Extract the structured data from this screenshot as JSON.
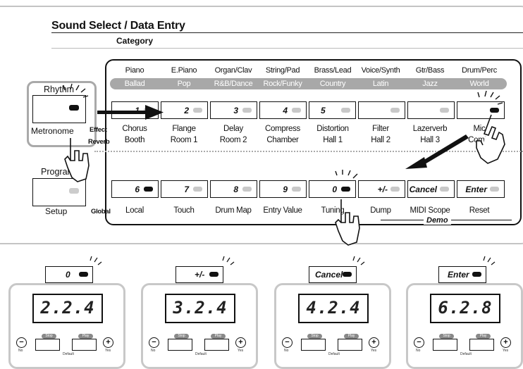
{
  "header": {
    "title": "Sound Select / Data Entry",
    "category": "Category"
  },
  "categories_top": [
    "Piano",
    "E.Piano",
    "Organ/Clav",
    "String/Pad",
    "Brass/Lead",
    "Voice/Synth",
    "Gtr/Bass",
    "Drum/Perc"
  ],
  "categories_sub": [
    "Ballad",
    "Pop",
    "R&B/Dance",
    "Rock/Funky",
    "Country",
    "Latin",
    "Jazz",
    "World"
  ],
  "row1_keys": [
    {
      "num": "1",
      "led_on": false
    },
    {
      "num": "2",
      "led_on": false
    },
    {
      "num": "3",
      "led_on": false
    },
    {
      "num": "4",
      "led_on": false
    },
    {
      "num": "5",
      "led_on": false
    },
    {
      "num": "",
      "led_on": false
    },
    {
      "num": "",
      "led_on": false
    },
    {
      "num": "",
      "led_on": true
    }
  ],
  "effect_labels": [
    "Chorus",
    "Flange",
    "Delay",
    "Compress",
    "Distortion",
    "Filter",
    "Lazerverb",
    "Mic"
  ],
  "reverb_labels": [
    "Booth",
    "Room 1",
    "Room 2",
    "Chamber",
    "Hall 1",
    "Hall 2",
    "Hall 3",
    "Combi"
  ],
  "left": {
    "rhythm": "Rhythm",
    "metronome": "Metronome",
    "program": "Program",
    "setup": "Setup",
    "effect": "Effect",
    "reverb": "Reverb",
    "global": "Global"
  },
  "row2_keys": [
    {
      "label": "6",
      "led_on": true
    },
    {
      "label": "7",
      "led_on": false
    },
    {
      "label": "8",
      "led_on": false
    },
    {
      "label": "9",
      "led_on": false
    },
    {
      "label": "0",
      "led_on": true
    },
    {
      "label": "+/-",
      "led_on": false
    },
    {
      "label": "Cancel",
      "led_on": false
    },
    {
      "label": "Enter",
      "led_on": false
    }
  ],
  "global_labels": [
    "Local",
    "Touch",
    "Drum Map",
    "Entry Value",
    "Tuning",
    "Dump",
    "MIDI Scope",
    "Reset"
  ],
  "demo": "Demo",
  "steps": [
    {
      "key": "0",
      "display": "2.2.4"
    },
    {
      "key": "+/-",
      "display": "3.2.4"
    },
    {
      "key": "Cancel",
      "display": "4.2.4"
    },
    {
      "key": "Enter",
      "display": "6.2.8"
    }
  ],
  "device_controls": {
    "stop": "Stop",
    "play": "Play",
    "minus": "−",
    "plus": "+",
    "no": "No",
    "yes": "Yes",
    "default": "Default"
  }
}
